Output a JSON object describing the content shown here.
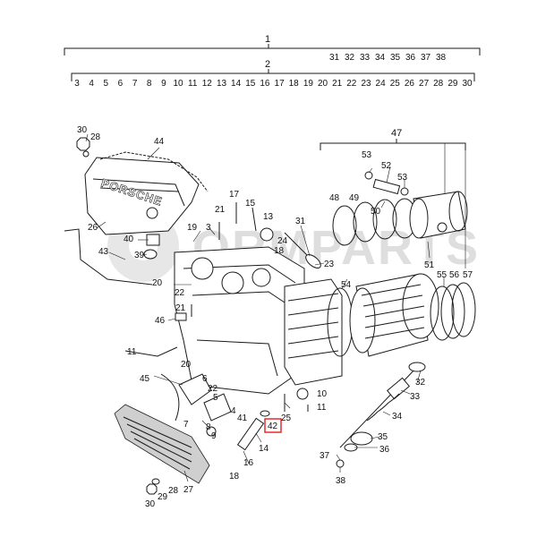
{
  "brackets": {
    "b1": {
      "label": "1",
      "sub": [
        "31",
        "32",
        "33",
        "34",
        "35",
        "36",
        "37",
        "38"
      ]
    },
    "b2": {
      "label": "2",
      "sub": [
        "3",
        "4",
        "5",
        "6",
        "7",
        "8",
        "9",
        "10",
        "11",
        "12",
        "13",
        "14",
        "15",
        "16",
        "17",
        "18",
        "19",
        "20",
        "21",
        "22",
        "23",
        "24",
        "25",
        "26",
        "27",
        "28",
        "29",
        "30"
      ]
    },
    "b47": {
      "label": "47"
    }
  },
  "valve_cover_text": "PORSCHE",
  "watermark_text": "ORMPARTS",
  "highlight_color": "#e0201b",
  "callouts": [
    {
      "id": "30a",
      "text": "30"
    },
    {
      "id": "28a",
      "text": "28"
    },
    {
      "id": "44",
      "text": "44"
    },
    {
      "id": "26",
      "text": "26"
    },
    {
      "id": "43",
      "text": "43"
    },
    {
      "id": "40",
      "text": "40"
    },
    {
      "id": "39",
      "text": "39"
    },
    {
      "id": "19",
      "text": "19"
    },
    {
      "id": "3",
      "text": "3"
    },
    {
      "id": "17",
      "text": "17"
    },
    {
      "id": "15",
      "text": "15"
    },
    {
      "id": "21a",
      "text": "21"
    },
    {
      "id": "13",
      "text": "13"
    },
    {
      "id": "31",
      "text": "31"
    },
    {
      "id": "24",
      "text": "24"
    },
    {
      "id": "18",
      "text": "18"
    },
    {
      "id": "23",
      "text": "23"
    },
    {
      "id": "20a",
      "text": "20"
    },
    {
      "id": "22a",
      "text": "22"
    },
    {
      "id": "21b",
      "text": "21"
    },
    {
      "id": "46",
      "text": "46"
    },
    {
      "id": "11",
      "text": "11"
    },
    {
      "id": "20b",
      "text": "20"
    },
    {
      "id": "45",
      "text": "45"
    },
    {
      "id": "6",
      "text": "6"
    },
    {
      "id": "22b",
      "text": "22"
    },
    {
      "id": "5",
      "text": "5"
    },
    {
      "id": "4",
      "text": "4"
    },
    {
      "id": "7",
      "text": "7"
    },
    {
      "id": "8",
      "text": "8"
    },
    {
      "id": "9",
      "text": "9"
    },
    {
      "id": "41",
      "text": "41"
    },
    {
      "id": "42",
      "text": "42"
    },
    {
      "id": "25",
      "text": "25"
    },
    {
      "id": "10",
      "text": "10"
    },
    {
      "id": "11b",
      "text": "11"
    },
    {
      "id": "14",
      "text": "14"
    },
    {
      "id": "16",
      "text": "16"
    },
    {
      "id": "18b",
      "text": "18"
    },
    {
      "id": "27",
      "text": "27"
    },
    {
      "id": "28b",
      "text": "28"
    },
    {
      "id": "29",
      "text": "29"
    },
    {
      "id": "30b",
      "text": "30"
    },
    {
      "id": "47",
      "text": "47"
    },
    {
      "id": "53a",
      "text": "53"
    },
    {
      "id": "52",
      "text": "52"
    },
    {
      "id": "53b",
      "text": "53"
    },
    {
      "id": "50",
      "text": "50"
    },
    {
      "id": "48",
      "text": "48"
    },
    {
      "id": "49",
      "text": "49"
    },
    {
      "id": "51",
      "text": "51"
    },
    {
      "id": "54",
      "text": "54"
    },
    {
      "id": "55",
      "text": "55"
    },
    {
      "id": "56",
      "text": "56"
    },
    {
      "id": "57",
      "text": "57"
    },
    {
      "id": "32",
      "text": "32"
    },
    {
      "id": "33",
      "text": "33"
    },
    {
      "id": "34",
      "text": "34"
    },
    {
      "id": "35",
      "text": "35"
    },
    {
      "id": "36",
      "text": "36"
    },
    {
      "id": "37",
      "text": "37"
    },
    {
      "id": "38",
      "text": "38"
    }
  ]
}
